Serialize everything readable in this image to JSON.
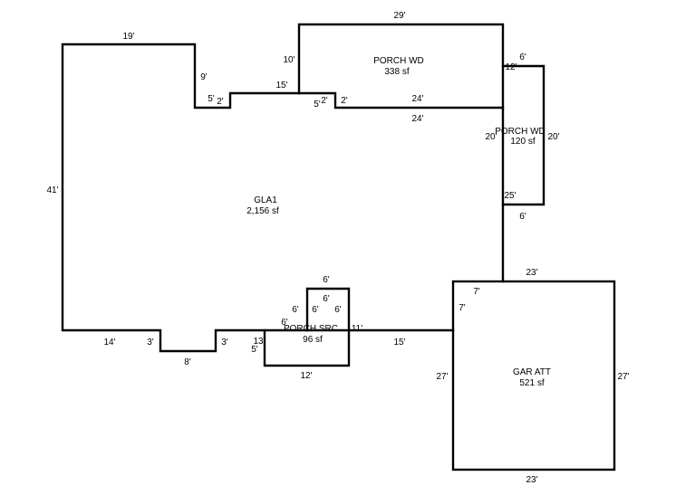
{
  "areas": {
    "gla": {
      "name": "GLA1",
      "size": "2,156 sf"
    },
    "porch_top": {
      "name": "PORCH WD",
      "size": "338 sf"
    },
    "porch_right": {
      "name": "PORCH WD",
      "size": "120 sf"
    },
    "porch_screen": {
      "name": "PORCH SRC",
      "size": "96 sf"
    },
    "garage": {
      "name": "GAR ATT",
      "size": "521 sf"
    }
  },
  "dimensions": {
    "gla_top": "19'",
    "gla_left": "41'",
    "gla_notch_down": "9'",
    "gla_notch_5a": "5'",
    "gla_notch_2a": "2'",
    "gla_span_15": "15'",
    "gla_notch_5b": "5'",
    "gla_notch_2b": "2'",
    "gla_top_right": "24'",
    "gla_bottom_left": "14'",
    "gla_step_3a": "3'",
    "gla_step_8": "8'",
    "gla_step_3b": "3'",
    "gla_bottom_13": "13'",
    "gla_bottom_5": "5'",
    "gla_bottom_6": "6'",
    "gla_bottom_11": "11'",
    "gla_bottom_15": "15'",
    "gla_right_20": "20'",
    "gla_right_25": "25'",
    "porch_top_width": "29'",
    "porch_top_left": "10'",
    "porch_top_bottom": "24'",
    "porch_right_top": "6'",
    "porch_right_12": "12'",
    "porch_right_side": "20'",
    "porch_right_bottom": "6'",
    "screen_bottom": "12'",
    "screen_tab_top": "6'",
    "screen_tab_inner_top": "6'",
    "screen_tab_left": "6'",
    "screen_tab_inner_left": "6'",
    "screen_tab_inner_right": "6'",
    "garage_top": "23'",
    "garage_bottom": "23'",
    "garage_left": "27'",
    "garage_right": "27'",
    "garage_notch_7a": "7'",
    "garage_notch_7b": "7'"
  }
}
